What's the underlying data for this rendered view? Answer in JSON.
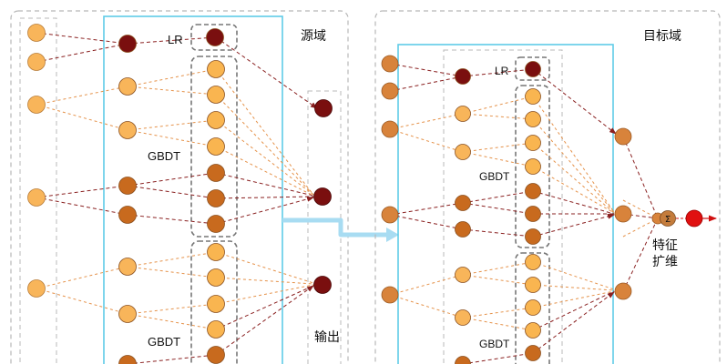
{
  "labels": {
    "source_domain": "源域",
    "target_domain": "目标域",
    "output": "输出",
    "feature_expand_line1": "特征",
    "feature_expand_line2": "扩维",
    "lr": "LR",
    "gbdt": "GBDT",
    "sigma": "Σ"
  },
  "colors": {
    "input_node": "#f8b55a",
    "leaf_node_light": "#f9b550",
    "leaf_node_dark": "#c86a1e",
    "lr_node": "#7a0f0f",
    "output_node": "#7a0f0f",
    "feature_node": "#d8833b",
    "sigma_node": "#c47c3c",
    "final_node": "#e01010",
    "orange_edge": "#e5924a",
    "dark_edge": "#8a2020",
    "cyan_frame": "#5fcbe8",
    "gray_dashed": "#b8b8b8",
    "transfer_arrow": "#a8dcf2"
  },
  "icons": {
    "transfer_arrow": "transfer-arrow-icon",
    "final_arrow": "output-arrow-icon"
  }
}
